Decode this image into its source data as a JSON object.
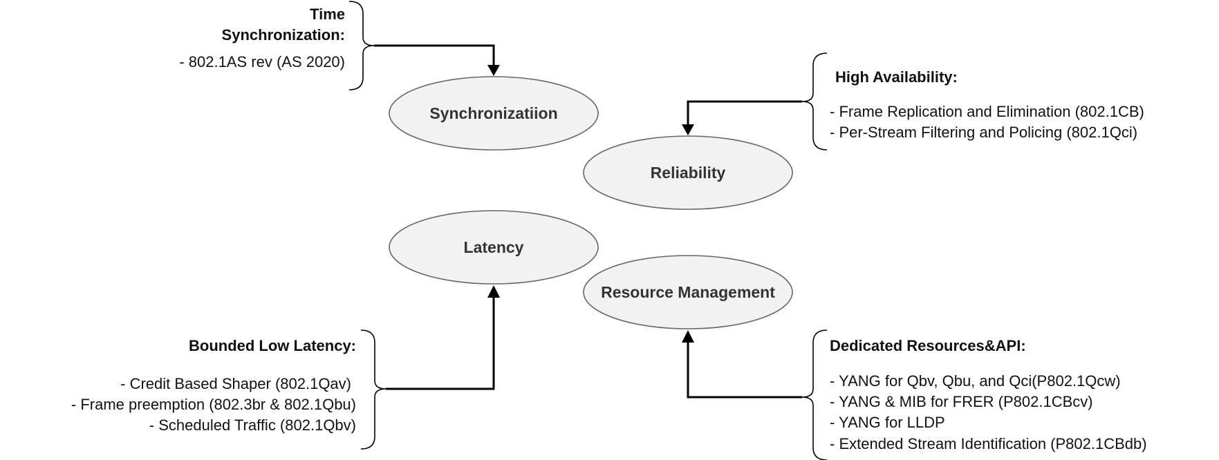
{
  "nodes": {
    "synchronization": "Synchronizatiion",
    "reliability": "Reliability",
    "latency": "Latency",
    "resource_management": "Resource Management"
  },
  "annotations": {
    "time_sync": {
      "title_lines": [
        "Time",
        "Synchronization:"
      ],
      "items": [
        "- 802.1AS rev (AS 2020)"
      ]
    },
    "high_availability": {
      "title": "High Availability:",
      "items": [
        "- Frame Replication and Elimination (802.1CB)",
        "- Per-Stream Filtering and Policing (802.1Qci)"
      ]
    },
    "bounded_low_latency": {
      "title": "Bounded Low Latency:",
      "items": [
        "- Credit Based Shaper (802.1Qav)",
        "- Frame preemption (802.3br & 802.1Qbu)",
        "- Scheduled Traffic (802.1Qbv)"
      ]
    },
    "dedicated_resources": {
      "title": "Dedicated Resources&API:",
      "items": [
        "- YANG for Qbv, Qbu, and Qci(P802.1Qcw)",
        "- YANG & MIB for FRER (P802.1CBcv)",
        "- YANG for LLDP",
        "- Extended Stream Identification (P802.1CBdb)"
      ]
    }
  }
}
